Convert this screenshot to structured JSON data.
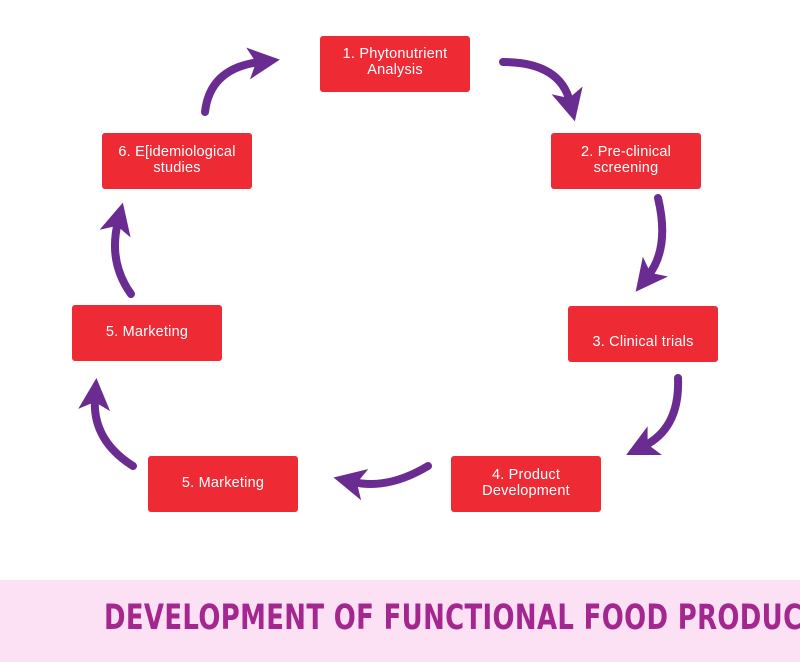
{
  "diagram": {
    "steps": [
      {
        "id": "b1",
        "label": "1. Phytonutrient\n   Analysis"
      },
      {
        "id": "b2",
        "label": "2. Pre-clinical\nscreening"
      },
      {
        "id": "b3",
        "label": "3. Clinical trials"
      },
      {
        "id": "b4",
        "label": "4. Product\nDevelopment"
      },
      {
        "id": "b5",
        "label": "5. Marketing"
      },
      {
        "id": "b6",
        "label": "5. Marketing"
      },
      {
        "id": "b7",
        "label": "6. E[idemiological\nstudies"
      }
    ],
    "box_color": "#ee2a35",
    "arrow_color": "#6a2c91"
  },
  "banner": {
    "title": "DEVELOPMENT OF FUNCTIONAL FOOD PRODUCTS",
    "background": "#fce0f3",
    "text_color": "#a4278f"
  }
}
